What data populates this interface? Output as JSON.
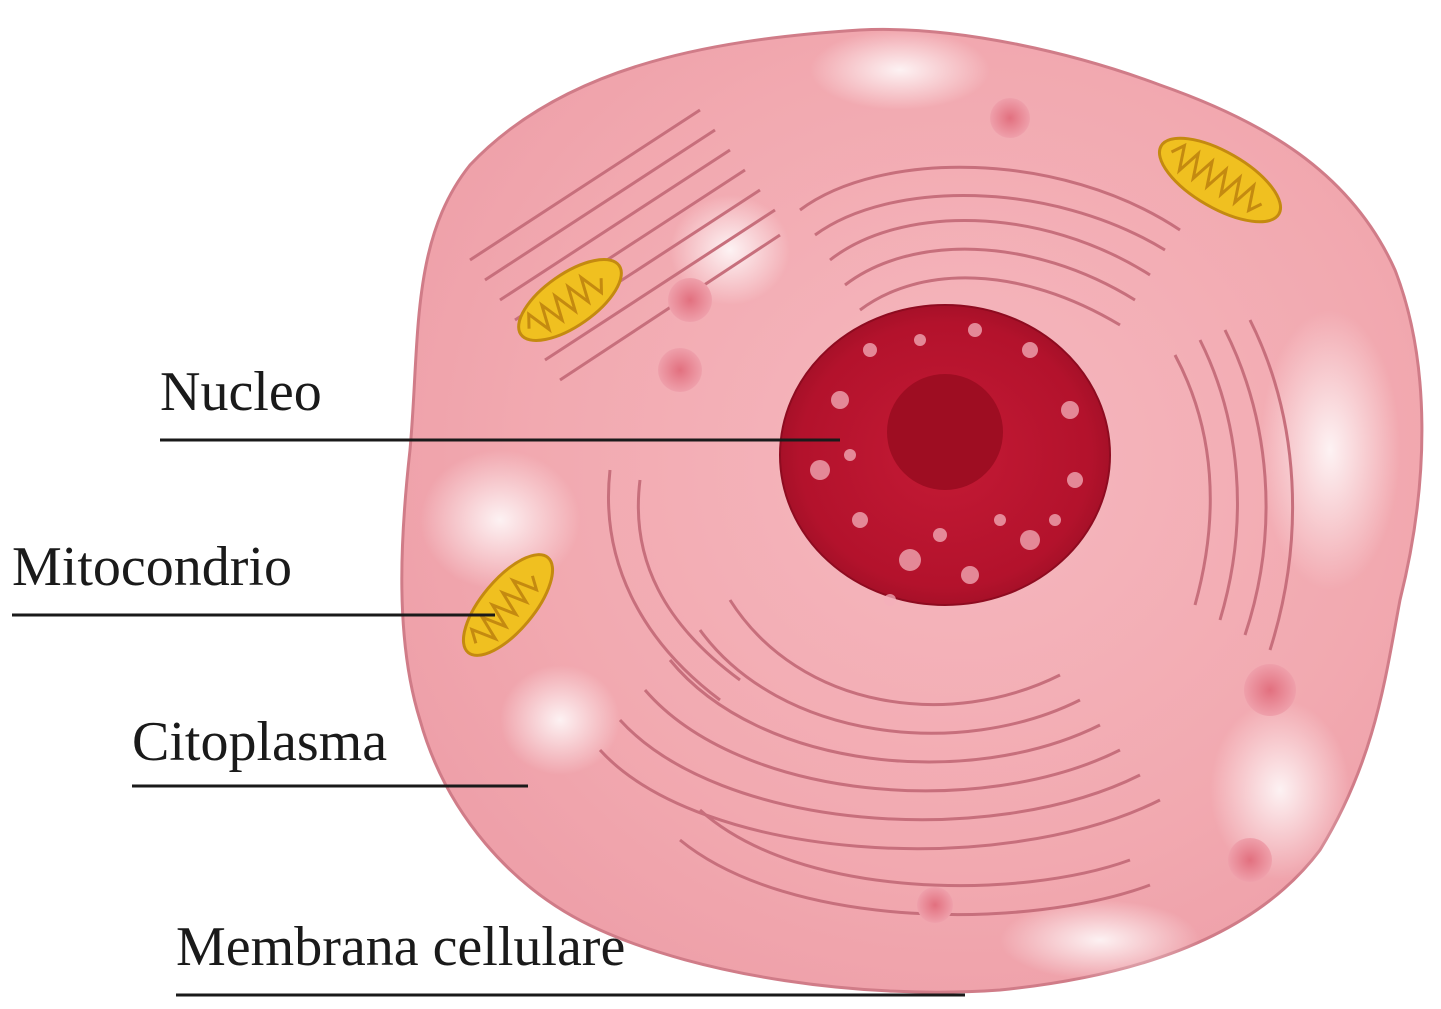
{
  "labels": {
    "nucleus": "Nucleo",
    "mitochondrion": "Mitocondrio",
    "cytoplasm": "Citoplasma",
    "membrane": "Membrana cellulare"
  },
  "colors": {
    "cytoplasm": "#f2a9b0",
    "cytoplasm_light": "#f8cfd4",
    "membrane_edge": "#d07c88",
    "er_line": "#c76f7c",
    "nucleus": "#b3122c",
    "nucleolus": "#9e0d22",
    "mitochondrion": "#f0c020",
    "mitochondrion_edge": "#c48a10",
    "leader_line": "#1a1a1a"
  }
}
